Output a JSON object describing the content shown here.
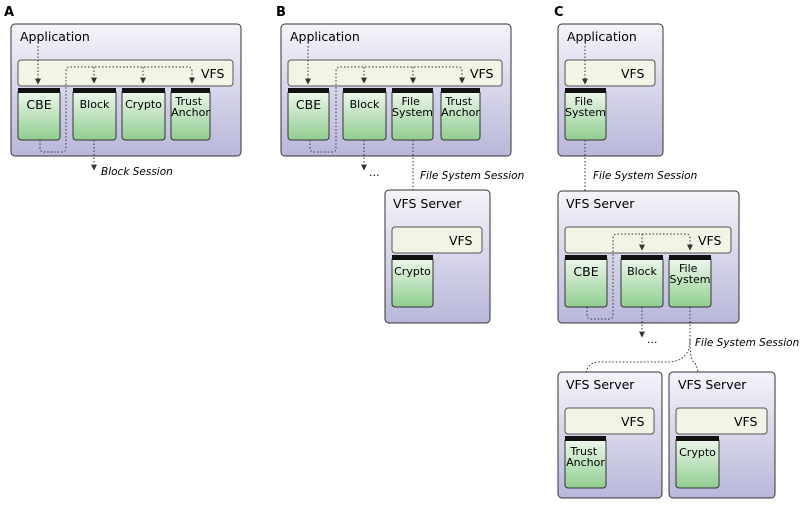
{
  "colors": {
    "box_fill_top": "#f4f4fa",
    "box_fill_bottom": "#b9b7da",
    "vfs_fill": "#f3f3e6",
    "comp_fill_top": "#f1f9ef",
    "comp_fill_bottom": "#8fcd8f",
    "comp_cap": "#111111",
    "line": "#333333"
  },
  "panels": {
    "A": {
      "letter": "A",
      "application": "Application",
      "vfs": "VFS",
      "components": [
        "CBE",
        "Block",
        "Crypto",
        "Trust Anchor"
      ],
      "session": "Block Session"
    },
    "B": {
      "letter": "B",
      "application": "Application",
      "vfs": "VFS",
      "components": [
        "CBE",
        "Block",
        "File System",
        "Trust Anchor"
      ],
      "ellipsis": "...",
      "session": "File System Session",
      "server": {
        "title": "VFS Server",
        "vfs": "VFS",
        "component": "Crypto"
      }
    },
    "C": {
      "letter": "C",
      "application": "Application",
      "vfs": "VFS",
      "app_component": "File System",
      "session1": "File System Session",
      "server1": {
        "title": "VFS Server",
        "vfs": "VFS",
        "components": [
          "CBE",
          "Block",
          "File System"
        ]
      },
      "ellipsis": "...",
      "session2": "File System Session",
      "server2": {
        "title": "VFS Server",
        "vfs": "VFS",
        "component": "Trust Anchor"
      },
      "server3": {
        "title": "VFS Server",
        "vfs": "VFS",
        "component": "Crypto"
      }
    }
  }
}
